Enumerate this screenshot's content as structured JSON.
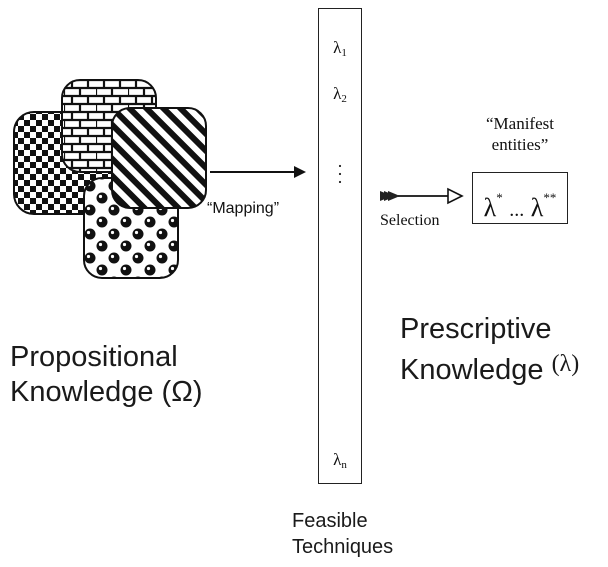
{
  "left_group": {
    "title_line1": "Propositional",
    "title_line2": "Knowledge (Ω)"
  },
  "mapping_label": "“Mapping”",
  "feasible": {
    "lambda_1": "λ",
    "lambda_1_sub": "1",
    "lambda_2": "λ",
    "lambda_2_sub": "2",
    "lambda_n": "λ",
    "lambda_n_sub": "n",
    "dots": "· · ·",
    "label_line1": "Feasible",
    "label_line2": "Techniques"
  },
  "selection_label": "Selection",
  "manifest": {
    "title_line1": "“Manifest",
    "title_line2": "entities”",
    "content_lambda_star": "λ",
    "content_star": "*",
    "content_ellipsis": "...",
    "content_lambda_end": "λ",
    "content_end_mark": "**"
  },
  "right_group": {
    "title_line1": "Prescriptive",
    "title_line2": "Knowledge",
    "title_symbol": "(λ)"
  },
  "icons": [
    "checkerboard-pattern-icon",
    "brick-pattern-icon",
    "diagonal-stripe-pattern-icon",
    "polka-dot-pattern-icon",
    "mapping-arrow-icon",
    "selection-arrow-icon"
  ]
}
